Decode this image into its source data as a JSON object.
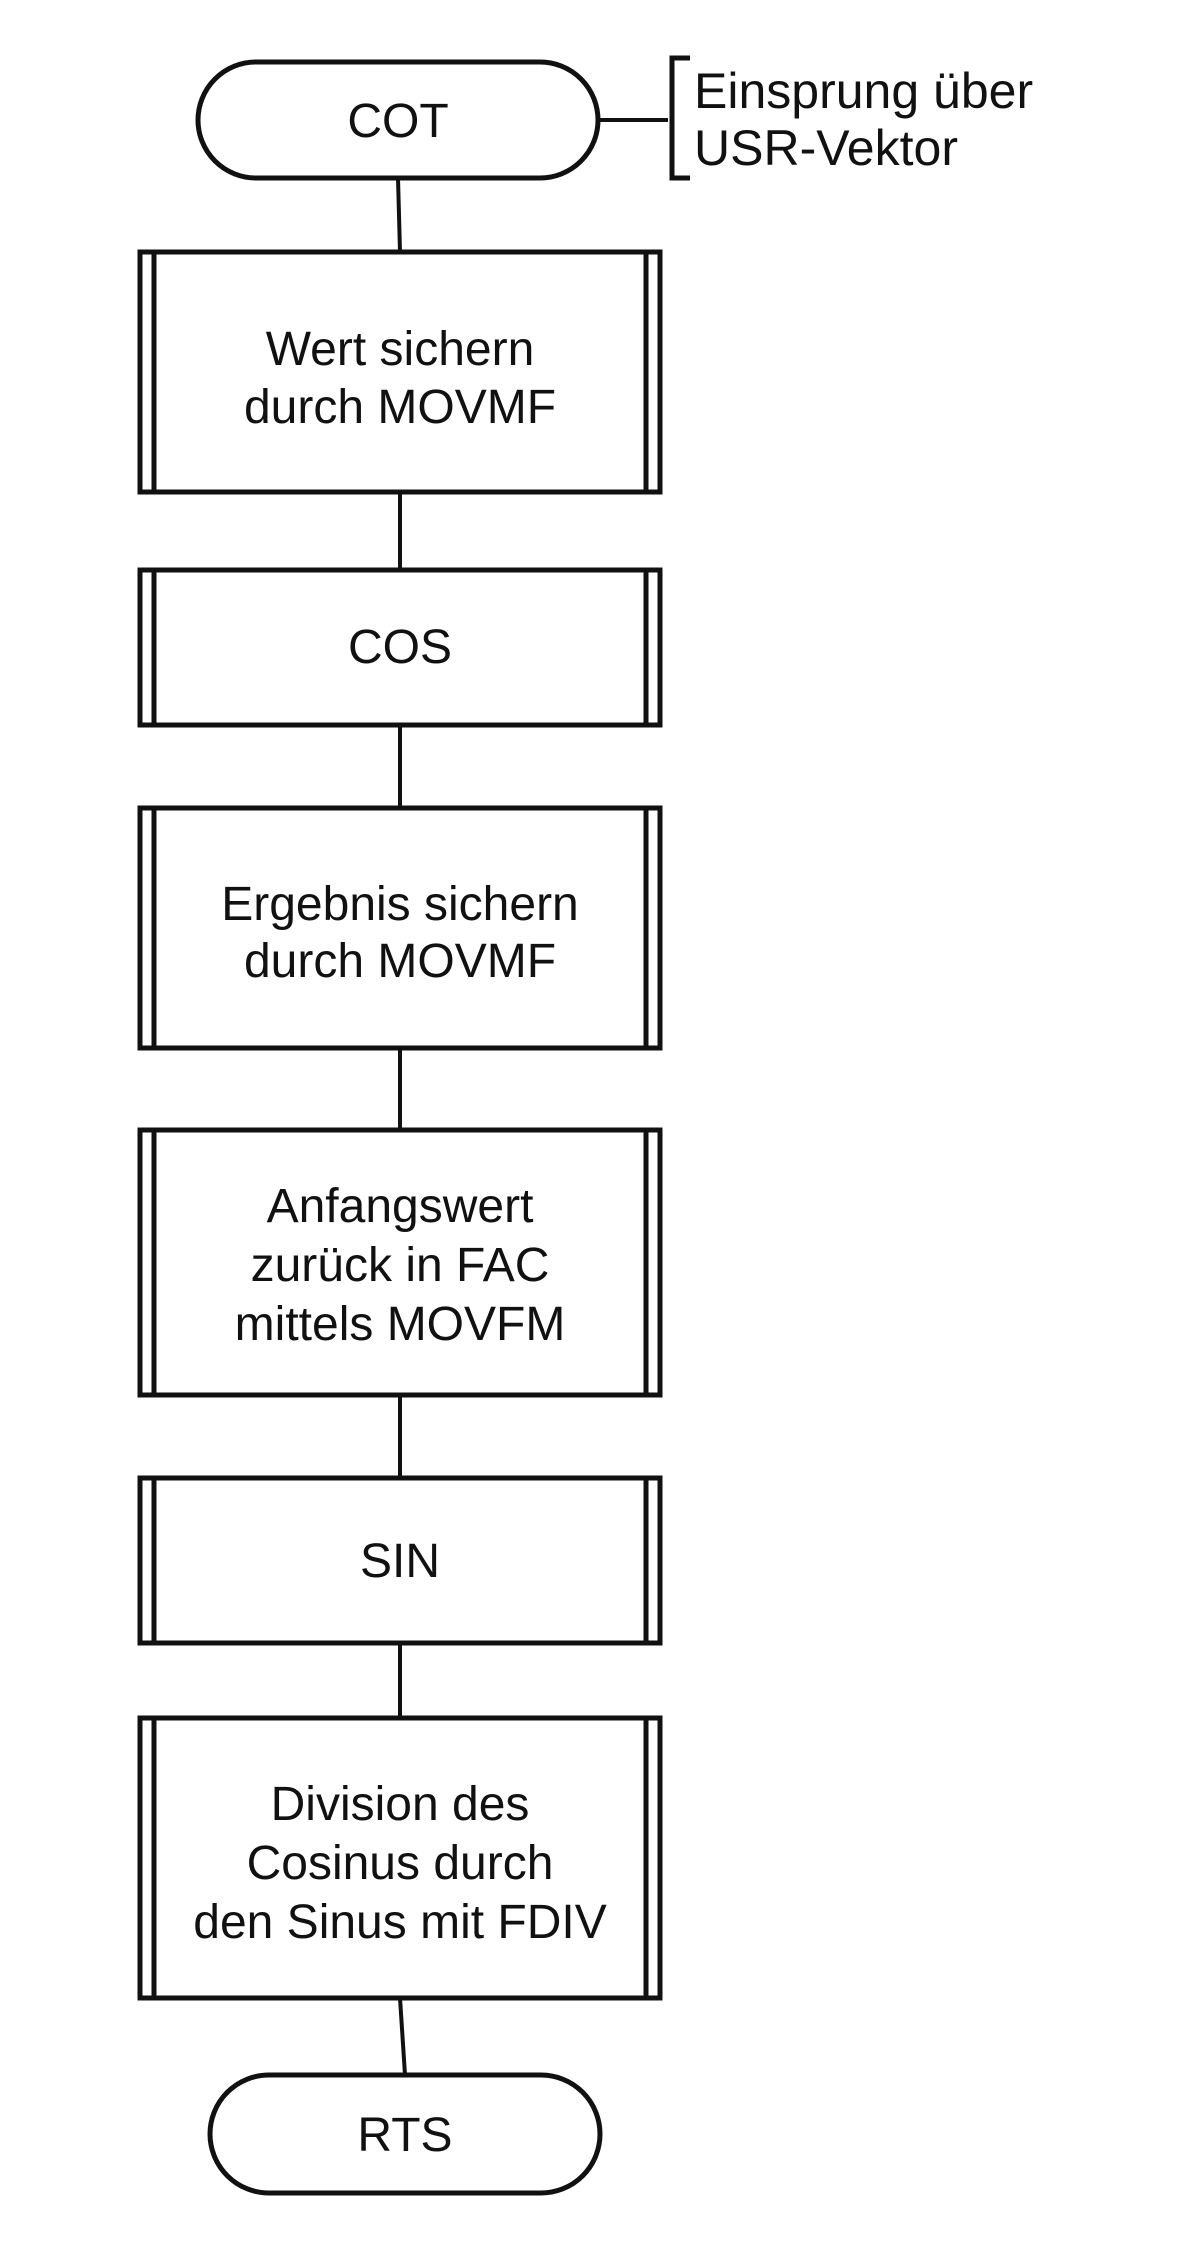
{
  "flowchart": {
    "start": {
      "label": "COT"
    },
    "entry_note": {
      "lines": [
        "Einsprung über",
        "USR-Vektor"
      ]
    },
    "steps": [
      {
        "id": "save-value",
        "lines": [
          "Wert sichern",
          "durch MOVMF"
        ]
      },
      {
        "id": "cos",
        "lines": [
          "COS"
        ]
      },
      {
        "id": "save-result",
        "lines": [
          "Ergebnis sichern",
          "durch MOVMF"
        ]
      },
      {
        "id": "restore-value",
        "lines": [
          "Anfangswert",
          "zurück in FAC",
          "mittels MOVFM"
        ]
      },
      {
        "id": "sin",
        "lines": [
          "SIN"
        ]
      },
      {
        "id": "divide",
        "lines": [
          "Division des",
          "Cosinus durch",
          "den Sinus mit FDIV"
        ]
      }
    ],
    "end": {
      "label": "RTS"
    }
  }
}
